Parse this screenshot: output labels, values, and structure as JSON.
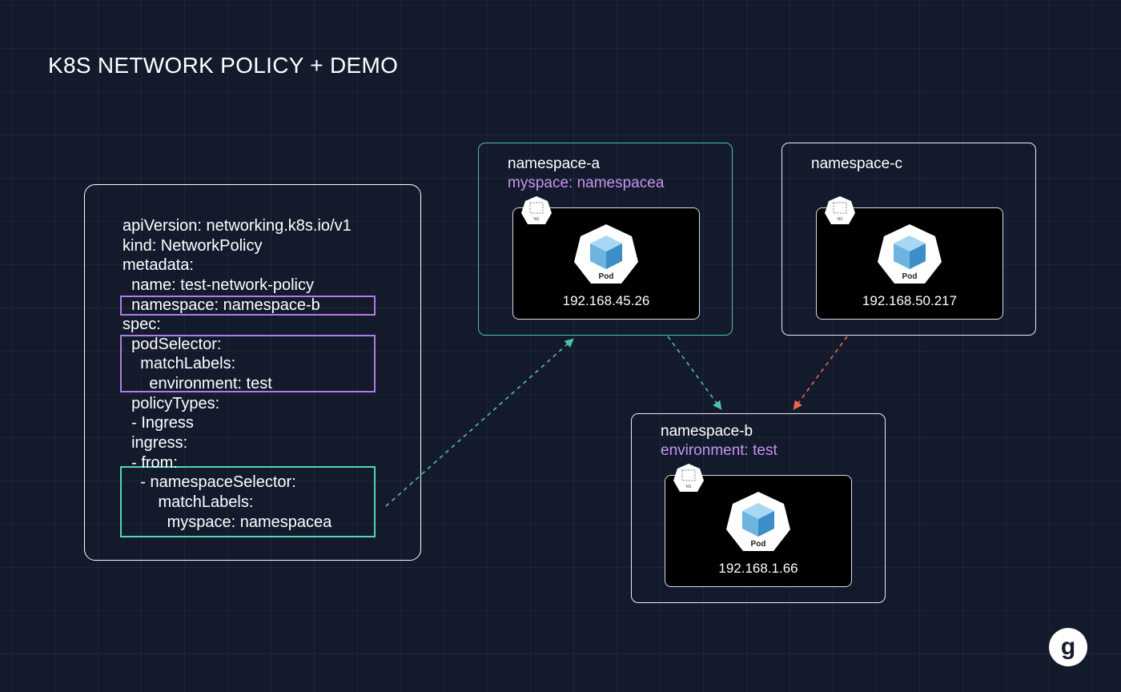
{
  "title": "K8S NETWORK POLICY + DEMO",
  "yaml": {
    "lines": [
      "apiVersion: networking.k8s.io/v1",
      "kind: NetworkPolicy",
      "metadata:",
      "  name: test-network-policy",
      "  namespace: namespace-b",
      "spec:",
      "  podSelector:",
      "    matchLabels:",
      "      environment: test",
      "  policyTypes:",
      "  - Ingress",
      "  ingress:",
      "  - from:",
      "    - namespaceSelector:",
      "        matchLabels:",
      "          myspace: namespacea"
    ]
  },
  "namespaces": {
    "a": {
      "name": "namespace-a",
      "label": "myspace: namespacea",
      "pod_ip": "192.168.45.26"
    },
    "b": {
      "name": "namespace-b",
      "label": "environment: test",
      "pod_ip": "192.168.1.66"
    },
    "c": {
      "name": "namespace-c",
      "pod_ip": "192.168.50.217"
    }
  },
  "icons": {
    "pod": "pod-icon",
    "pod_label": "Pod",
    "ns_badge": "namespace-badge-icon",
    "ns_badge_label": "NS",
    "logo": "g-logo-icon",
    "logo_letter": "g"
  },
  "colors": {
    "background": "#131a2c",
    "allowed_arrow": "#4fc2a2",
    "denied_arrow": "#f0684e",
    "label_purple": "#c694f2",
    "highlight_purple": "#b07ce6",
    "highlight_green": "#56d6b0"
  }
}
